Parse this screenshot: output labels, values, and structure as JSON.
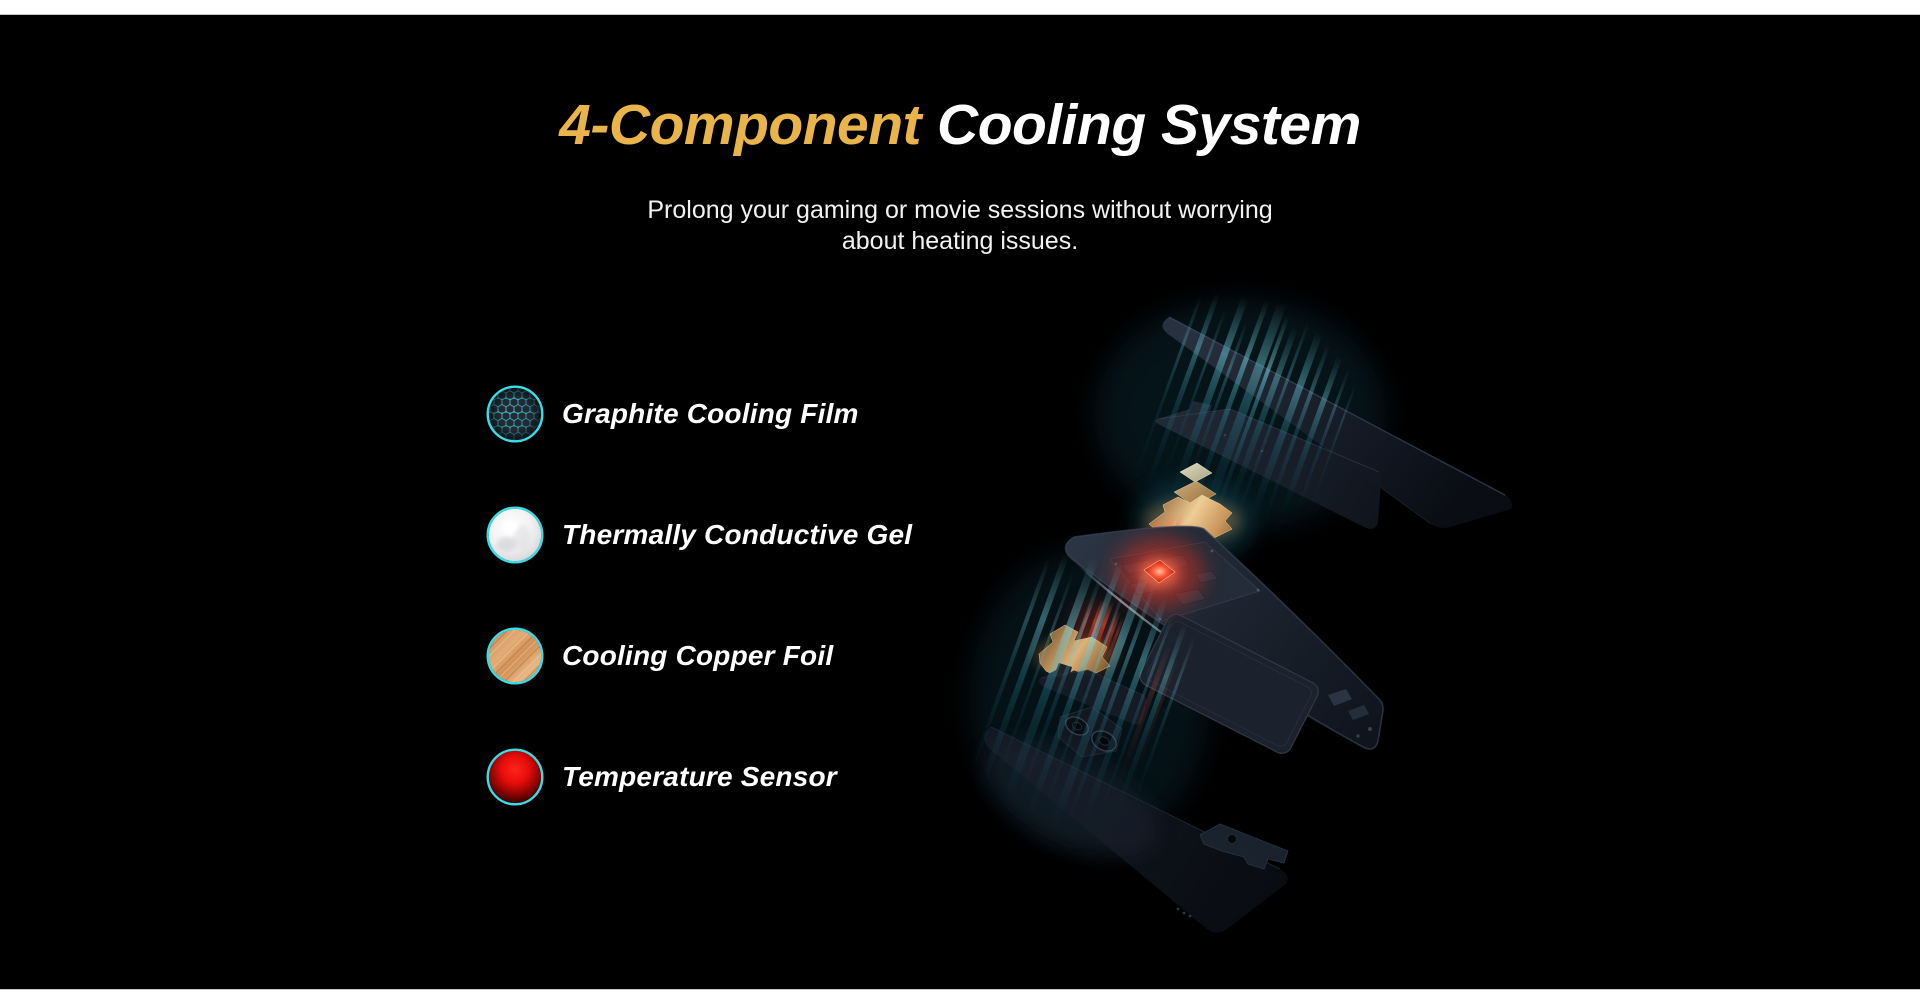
{
  "page": {
    "top_strip_color": "#ffffff",
    "section_background": "#000000",
    "bottom_strip_color": "#ffffff"
  },
  "hero": {
    "title": {
      "highlight": "4-Component",
      "rest": "Cooling System",
      "highlight_color": "#e9b44a",
      "rest_color": "#ffffff"
    },
    "subtitle_line1": "Prolong your gaming or movie sessions without worrying",
    "subtitle_line2": "about heating issues."
  },
  "features": [
    {
      "label": "Graphite Cooling Film",
      "icon": "graphite-film-icon"
    },
    {
      "label": "Thermally Conductive Gel",
      "icon": "thermal-gel-icon"
    },
    {
      "label": "Cooling Copper Foil",
      "icon": "copper-foil-icon"
    },
    {
      "label": "Temperature Sensor",
      "icon": "temperature-sensor-icon"
    }
  ],
  "illustration": {
    "name": "exploded-phone-cooling-stack",
    "accent_colors": {
      "icon_ring": "#3adce6",
      "cool_beam": "#3fb6c9",
      "heat_glow": "#e03020",
      "copper_foil": "#d49a5c",
      "chassis": "#1c2430"
    }
  }
}
